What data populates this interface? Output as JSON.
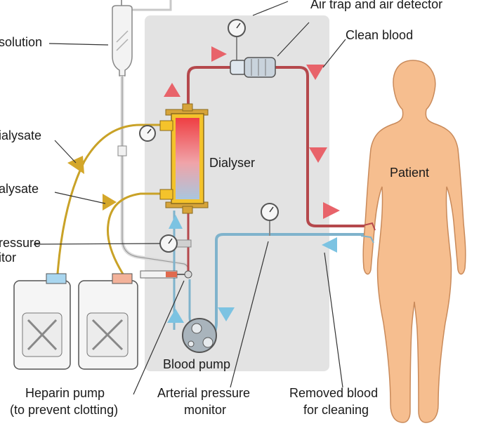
{
  "labels": {
    "saline": "solution",
    "air_trap": "Air trap and air detector",
    "clean_blood": "Clean blood",
    "used_dialysate": "ialysate",
    "fresh_dialysate": "alysate",
    "dialyser": "Dialyser",
    "patient": "Patient",
    "venous_pressure_line1": "ressure",
    "venous_pressure_line2": "itor",
    "blood_pump": "Blood pump",
    "heparin_line1": "Heparin pump",
    "heparin_line2": "(to prevent clotting)",
    "arterial_line1": "Arterial pressure",
    "arterial_line2": "monitor",
    "removed_line1": "Removed blood",
    "removed_line2": "for cleaning"
  },
  "colors": {
    "clean_blood_line": "#b5484c",
    "removed_blood_line": "#7fb3cc",
    "dialysate_line": "#c9a227",
    "machine_panel": "#e3e3e3",
    "skin": "#f6be8f",
    "skin_outline": "#c98a5a",
    "arrow_red": "#e8636a",
    "arrow_blue": "#7cc3e2",
    "arrow_gold": "#d4a72a"
  }
}
